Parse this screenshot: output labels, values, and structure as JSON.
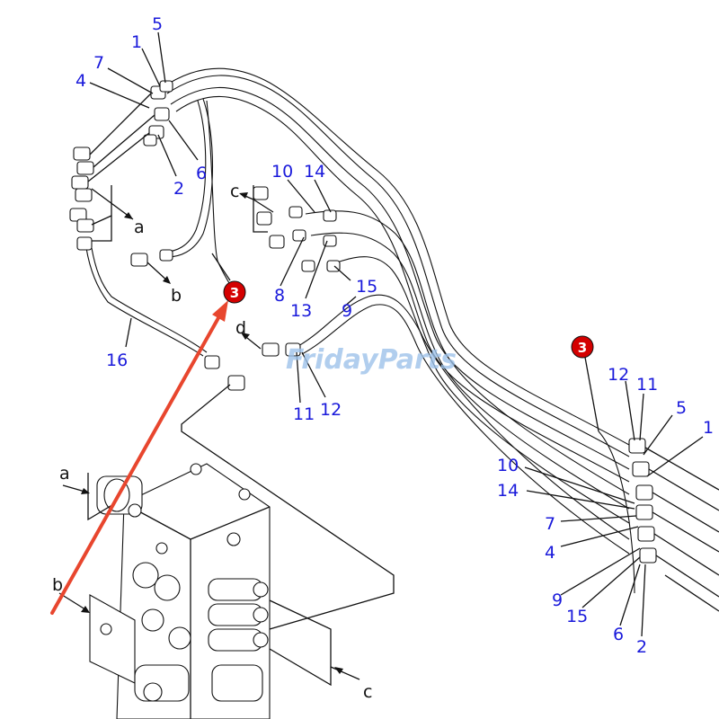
{
  "watermark": "FridayParts",
  "badge": {
    "label": "3",
    "color": "#d40000"
  },
  "arrow_color": "#e8462e",
  "callouts": {
    "top_left": [
      "5",
      "1",
      "7",
      "4",
      "6",
      "2"
    ],
    "center": [
      "10",
      "14",
      "8",
      "13",
      "15",
      "9"
    ],
    "center_bottom": [
      "11",
      "12"
    ],
    "left_hose": [
      "16"
    ],
    "right": [
      "12",
      "11",
      "5",
      "1",
      "10",
      "14",
      "7",
      "4",
      "9",
      "15",
      "6",
      "2"
    ]
  },
  "letters": {
    "a_upper": "a",
    "b_upper": "b",
    "c_upper": "c",
    "d_upper": "d",
    "a_lower": "a",
    "b_lower": "b",
    "c_lower": "c"
  }
}
